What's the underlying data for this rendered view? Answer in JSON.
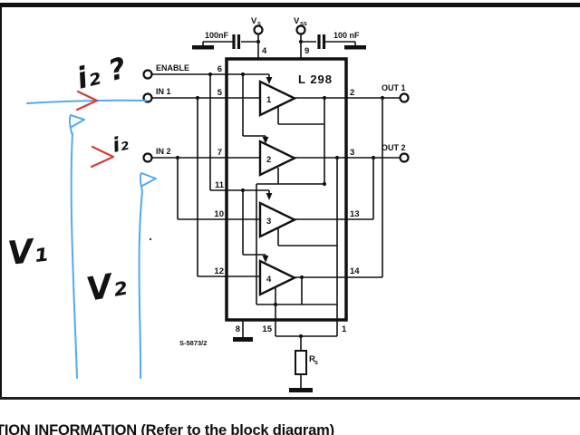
{
  "figure": {
    "chip_label": "L 298",
    "figure_number": "S-5873/2",
    "supply": {
      "vs_main": "V",
      "vs_sub": "s",
      "vss_main": "V",
      "vss_sub": "ss",
      "cap_left": "100nF",
      "cap_right": "100 nF"
    },
    "terminals": {
      "enable": "ENABLE",
      "in1": "IN 1",
      "in2": "IN 2",
      "out1": "OUT 1",
      "out2": "OUT 2"
    },
    "amplifiers": [
      "1",
      "2",
      "3",
      "4"
    ],
    "pins": {
      "vs": "4",
      "vss": "9",
      "enable_a": "6",
      "in1": "5",
      "in2": "7",
      "enable_b": "11",
      "in3": "10",
      "in4": "12",
      "out1": "2",
      "out2": "3",
      "out3": "13",
      "out4": "14",
      "gnd": "8",
      "sense_b": "15",
      "sense_a": "1"
    },
    "resistor": {
      "main": "R",
      "sub": "s"
    }
  },
  "annotations": {
    "red_color": "#d93a32",
    "blue_color": "#55a9ee",
    "i2_question": "i₂ ?",
    "i2": "i₂",
    "v1": "V₁",
    "v2": "V₂"
  },
  "footer": {
    "caption": "TION INFORMATION (Refer to the block diagram)"
  }
}
